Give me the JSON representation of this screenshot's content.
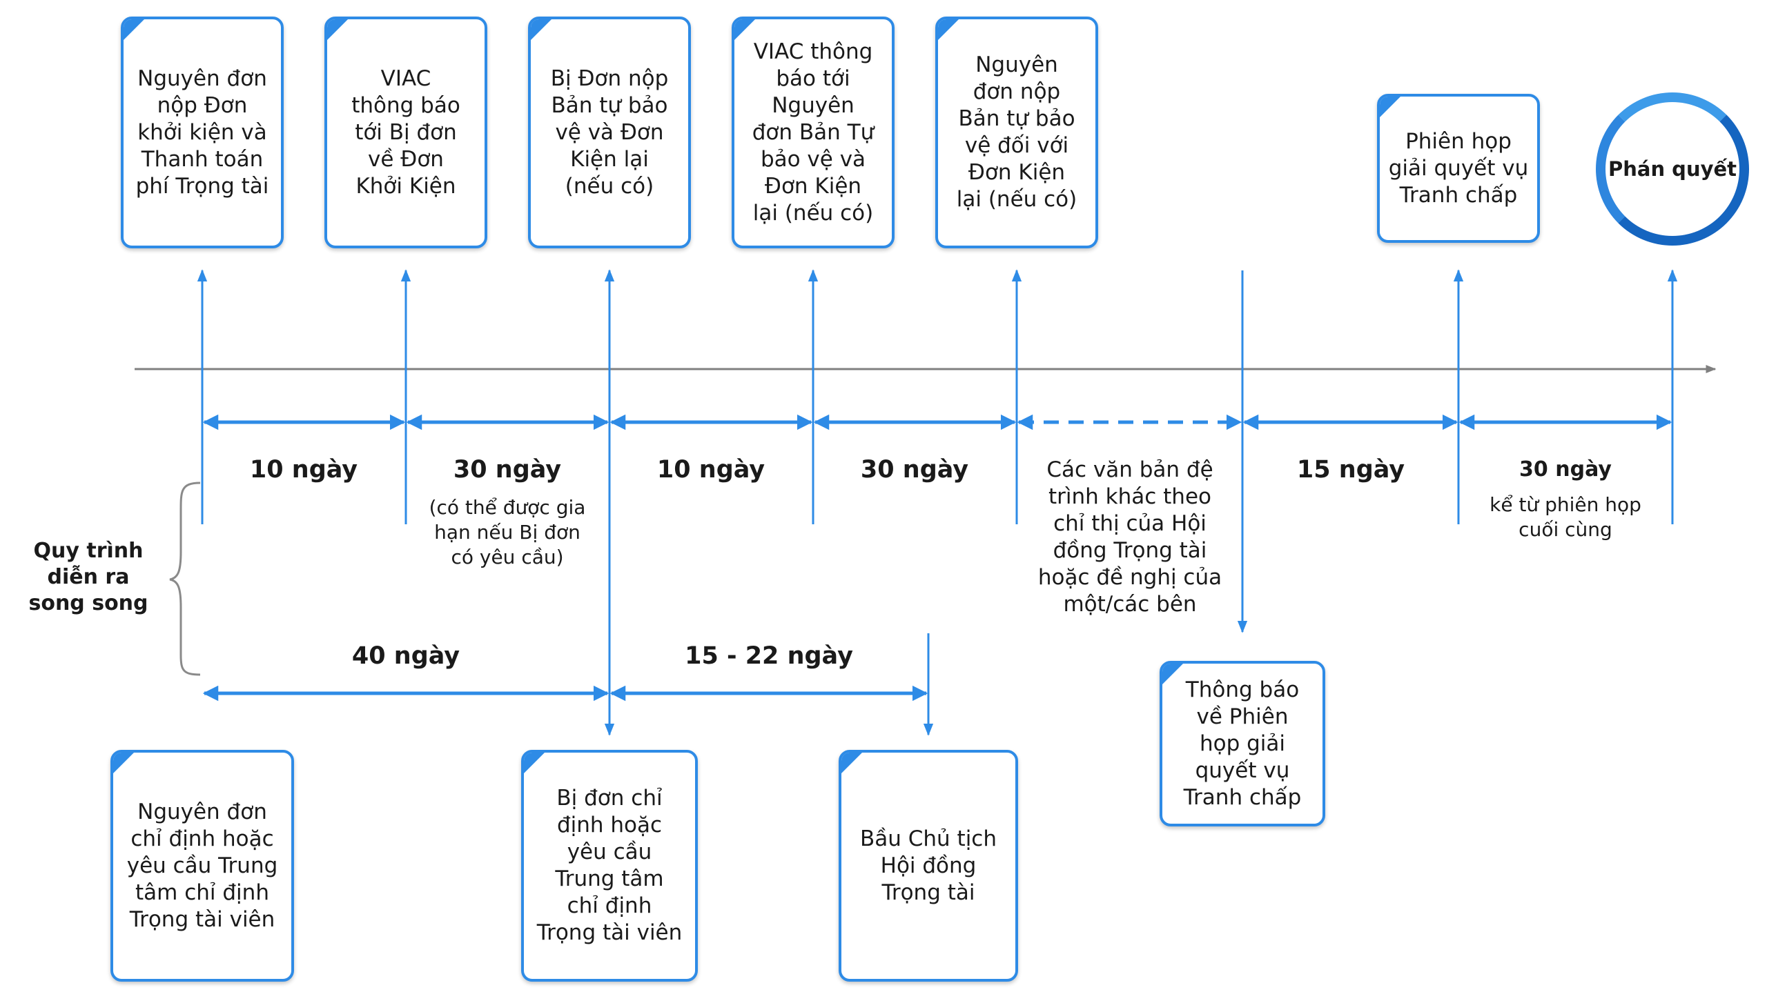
{
  "colors": {
    "accent": "#2e8be6",
    "axis": "#808080",
    "dark_blue": "#1565c0"
  },
  "top_boxes": [
    "Nguyên đơn\nnộp Đơn\nkhởi kiện và\nThanh toán\nphí Trọng tài",
    "VIAC\nthông báo\ntới Bị đơn\nvề Đơn\nKhởi Kiện",
    "Bị Đơn nộp\nBản tự bảo\nvệ và Đơn\nKiện lại\n(nếu có)",
    "VIAC thông\nbáo tới\nNguyên\nđơn Bản Tự\nbảo vệ và\nĐơn Kiện\nlại (nếu có)",
    "Nguyên\nđơn nộp\nBản tự bảo\nvệ đối với\nĐơn Kiện\nlại (nếu có)",
    "Phiên họp\ngiải quyết vụ\nTranh chấp"
  ],
  "final": "Phán quyết",
  "periods": [
    {
      "days": "10 ngày",
      "note": ""
    },
    {
      "days": "30 ngày",
      "note": "(có thể được gia\nhạn nếu Bị đơn\ncó yêu cầu)"
    },
    {
      "days": "10 ngày",
      "note": ""
    },
    {
      "days": "30 ngày",
      "note": ""
    },
    {
      "days": "",
      "note": "Các văn bản đệ\ntrình khác theo\nchỉ thị của Hội\nđồng Trọng tài\nhoặc đề nghị của\nmột/các bên"
    },
    {
      "days": "15 ngày",
      "note": ""
    },
    {
      "days": "30 ngày",
      "note": "kể từ phiên họp\ncuối cùng"
    }
  ],
  "parallel_label": "Quy trình\ndiễn ra\nsong song",
  "parallel_periods": [
    "40 ngày",
    "15 - 22 ngày"
  ],
  "bottom_boxes": [
    "Nguyên đơn\nchỉ định hoặc\nyêu cầu Trung\ntâm chỉ định\nTrọng tài viên",
    "Bị đơn chỉ\nđịnh hoặc\nyêu cầu\nTrung tâm\nchỉ định\nTrọng tài viên",
    "Bầu Chủ tịch\nHội đồng\nTrọng tài",
    "Thông báo\nvề Phiên\nhọp giải\nquyết vụ\nTranh chấp"
  ]
}
